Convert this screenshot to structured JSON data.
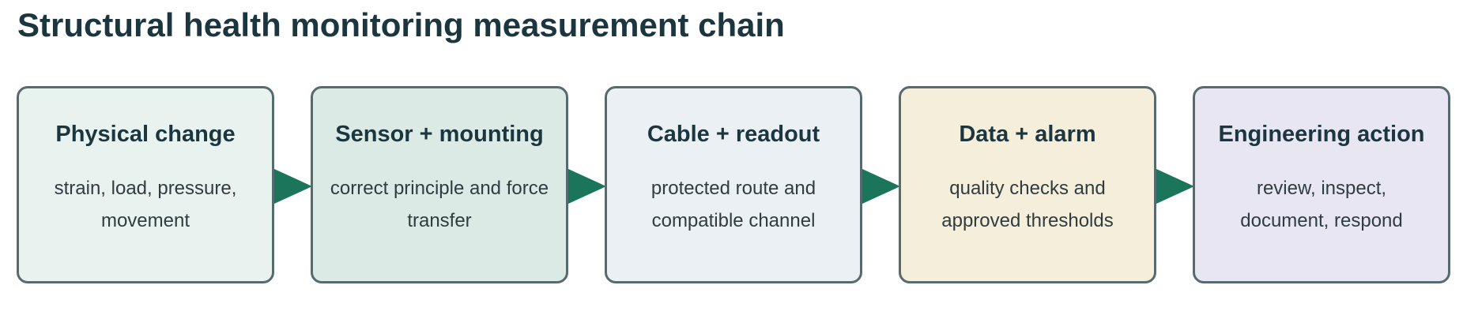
{
  "title": "Structural health monitoring measurement chain",
  "colors": {
    "title_text": "#1c3640",
    "box_border": "#566b70",
    "arrow": "#1a755a"
  },
  "steps": [
    {
      "title": "Physical change",
      "description": "strain, load, pressure, movement",
      "fill": "#e8f2ee"
    },
    {
      "title": "Sensor + mounting",
      "description": "correct principle and force transfer",
      "fill": "#dbeae5"
    },
    {
      "title": "Cable + readout",
      "description": "protected route and compatible channel",
      "fill": "#eaf0f3"
    },
    {
      "title": "Data + alarm",
      "description": "quality checks and approved thresholds",
      "fill": "#f4eedb"
    },
    {
      "title": "Engineering action",
      "description": "review, inspect, document, respond",
      "fill": "#e7e6f2"
    }
  ]
}
